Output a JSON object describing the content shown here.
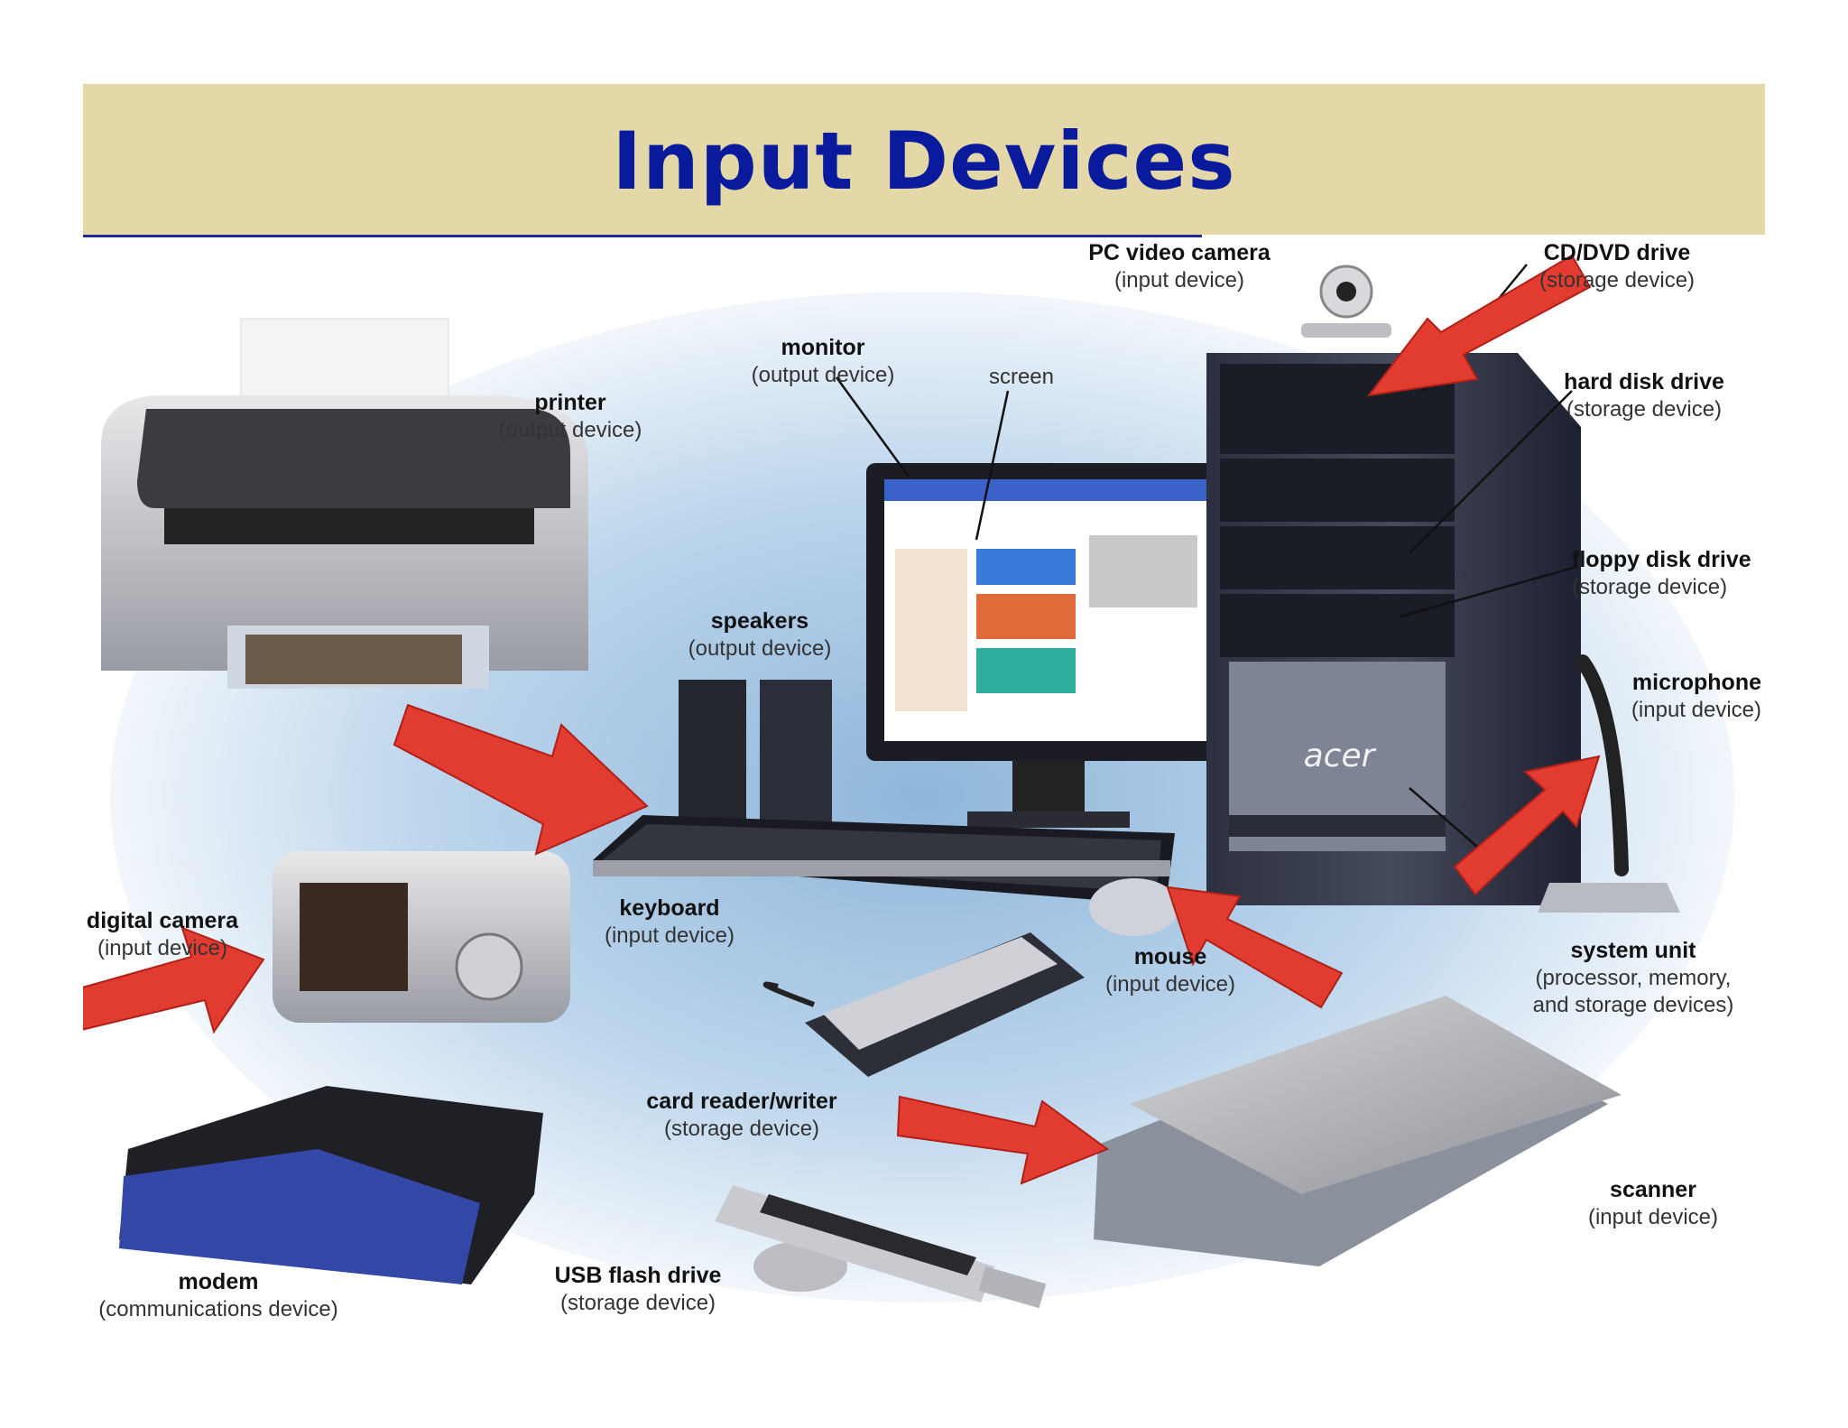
{
  "title": "Input Devices",
  "colors": {
    "title_bar": "#e4d8a8",
    "title_text": "#0a1a9c",
    "highlight_arrow": "#e23b30",
    "background_glow": "#a9c9e3"
  },
  "labels": {
    "pc_video_camera": {
      "name": "PC video camera",
      "category": "(input device)"
    },
    "cd_dvd_drive": {
      "name": "CD/DVD drive",
      "category": "(storage device)"
    },
    "monitor": {
      "name": "monitor",
      "category": "(output device)"
    },
    "screen": {
      "name": "screen"
    },
    "printer": {
      "name": "printer",
      "category": "(output device)"
    },
    "hard_disk_drive": {
      "name": "hard disk drive",
      "category": "(storage device)"
    },
    "floppy_disk_drive": {
      "name": "floppy disk drive",
      "category": "(storage device)"
    },
    "speakers": {
      "name": "speakers",
      "category": "(output device)"
    },
    "microphone": {
      "name": "microphone",
      "category": "(input device)"
    },
    "digital_camera": {
      "name": "digital camera",
      "category": "(input device)"
    },
    "keyboard": {
      "name": "keyboard",
      "category": "(input device)"
    },
    "mouse": {
      "name": "mouse",
      "category": "(input device)"
    },
    "system_unit": {
      "name": "system unit",
      "category": "(processor, memory,",
      "category2": "and storage devices)"
    },
    "card_reader": {
      "name": "card reader/writer",
      "category": "(storage device)"
    },
    "scanner": {
      "name": "scanner",
      "category": "(input device)"
    },
    "modem": {
      "name": "modem",
      "category": "(communications device)"
    },
    "usb_flash_drive": {
      "name": "USB flash drive",
      "category": "(storage device)"
    }
  },
  "device_text": {
    "brand": "acer"
  }
}
